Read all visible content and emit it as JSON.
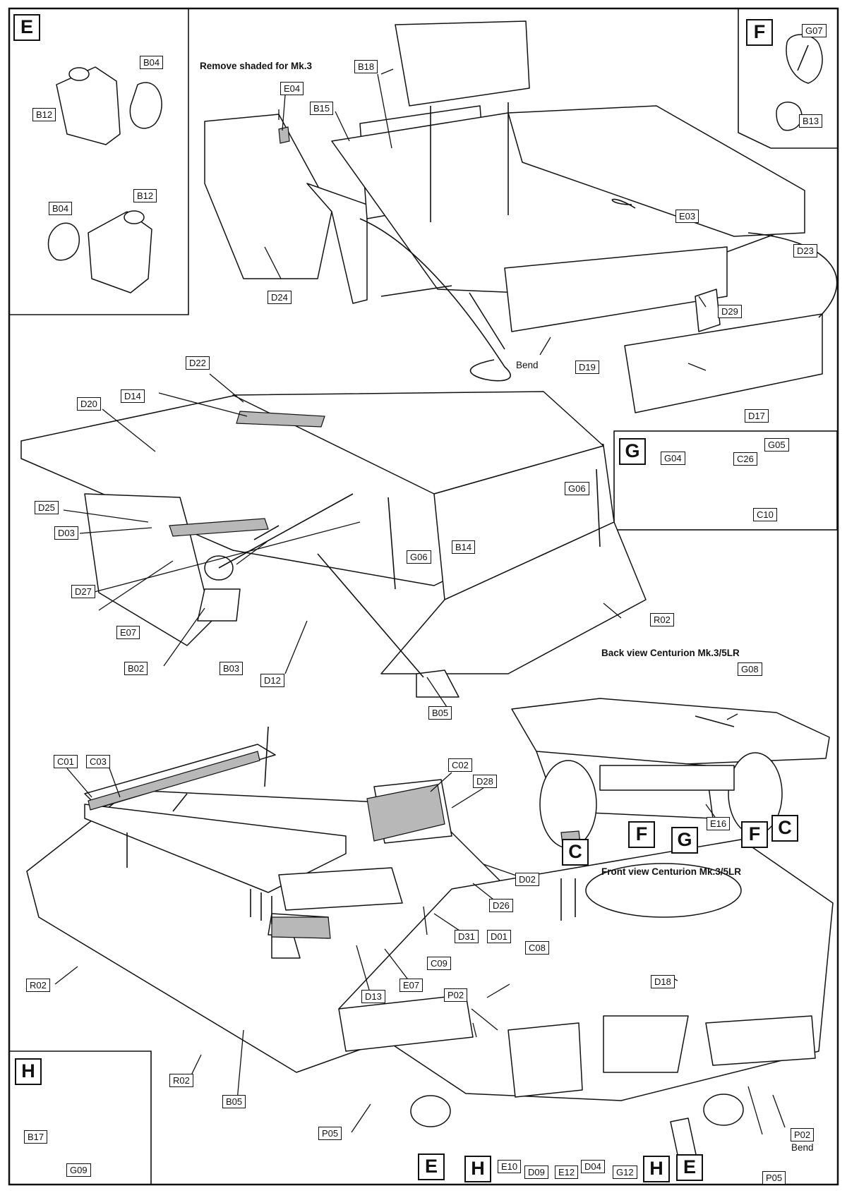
{
  "sections": {
    "E": {
      "letter": "E",
      "labels": [
        "B04",
        "B12",
        "B12",
        "B04"
      ]
    },
    "F": {
      "letter": "F",
      "labels": [
        "G07",
        "B13"
      ]
    },
    "G": {
      "letter": "G",
      "labels": [
        "G04",
        "G05",
        "C26",
        "C10"
      ]
    },
    "H": {
      "letter": "H",
      "labels": [
        "B17",
        "G09"
      ]
    }
  },
  "top_assembly": {
    "note": "Remove shaded for Mk.3",
    "bend_note": "Bend",
    "labels": [
      "E04",
      "B18",
      "B15",
      "D24",
      "E03",
      "D23",
      "D29",
      "D19",
      "D17"
    ]
  },
  "middle_assembly": {
    "labels": [
      "D22",
      "D14",
      "D20",
      "D25",
      "D03",
      "D27",
      "E07",
      "B02",
      "B03",
      "D12",
      "B05",
      "G06",
      "G06",
      "B14",
      "R02"
    ]
  },
  "back_view": {
    "caption": "Back view Centurion Mk.3/5LR",
    "labels": [
      "G08",
      "E16"
    ],
    "letters": [
      "C",
      "F",
      "G",
      "F",
      "C"
    ]
  },
  "bottom_left_assembly": {
    "labels": [
      "C01",
      "C03",
      "C02",
      "D28",
      "D02",
      "D26",
      "D31",
      "D01",
      "E07",
      "D13",
      "R02",
      "R02",
      "B05"
    ]
  },
  "front_view": {
    "caption": "Front view Centurion Mk.3/5LR",
    "bend_note": "Bend",
    "labels": [
      "C08",
      "D18",
      "C09",
      "P02",
      "P05",
      "E10",
      "D09",
      "E12",
      "D04",
      "G12",
      "P05",
      "P02"
    ],
    "letters": [
      "E",
      "H",
      "H",
      "E"
    ]
  }
}
